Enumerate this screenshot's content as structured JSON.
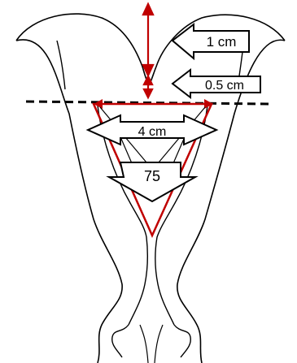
{
  "labels": {
    "depth_upper": "1 cm",
    "depth_lower": "0.5 cm",
    "width": "4 cm",
    "angle": "75"
  },
  "colors": {
    "outline": "#000000",
    "measure_red": "#c00000",
    "arrow_fill": "#ffffff"
  }
}
